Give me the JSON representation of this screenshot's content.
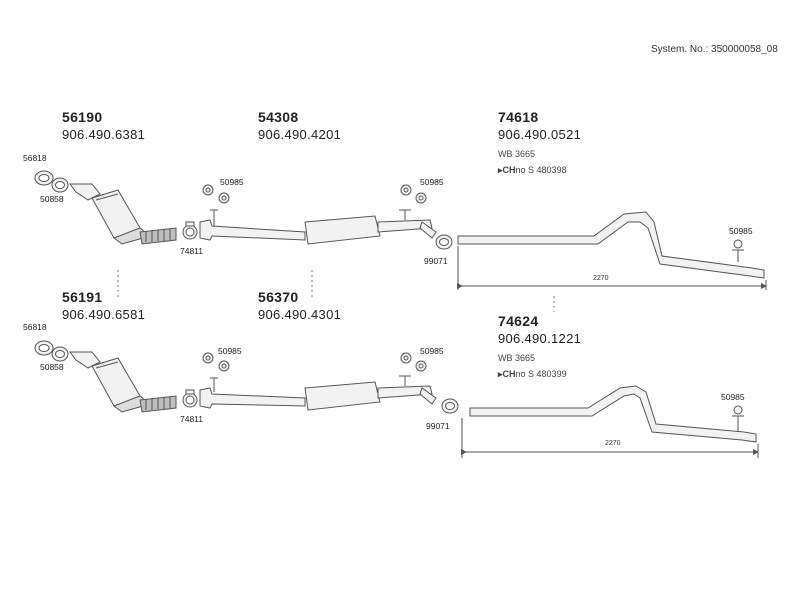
{
  "system_no": "System. No.: 350000058_08",
  "groups": [
    {
      "part": "56190",
      "oem": "906.490.6381"
    },
    {
      "part": "54308",
      "oem": "906.490.4201"
    },
    {
      "part": "74618",
      "oem": "906.490.0521",
      "note1": "WB 3665",
      "ch_prefix": "▸CH",
      "ch_no": "no S 480398"
    },
    {
      "part": "56191",
      "oem": "906.490.6581"
    },
    {
      "part": "56370",
      "oem": "906.490.4301"
    },
    {
      "part": "74624",
      "oem": "906.490.1221",
      "note1": "WB 3665",
      "ch_prefix": "▸CH",
      "ch_no": "no S 480399"
    }
  ],
  "labels": {
    "l56818_top": "56818",
    "l50858_top": "50858",
    "l74811_top": "74811",
    "l50985_a": "50985",
    "l50985_b": "50985",
    "l50985_c": "50985",
    "l99071_top": "99071",
    "l56818_bot": "56818",
    "l50858_bot": "50858",
    "l74811_bot": "74811",
    "l50985_d": "50985",
    "l50985_e": "50985",
    "l50985_f": "50985",
    "l99071_bot": "99071"
  },
  "dimensions": {
    "top": "2270",
    "bottom": "2270"
  },
  "colors": {
    "line": "#555555",
    "fill": "#f2f2f2",
    "shade": "#bdbdbd"
  }
}
